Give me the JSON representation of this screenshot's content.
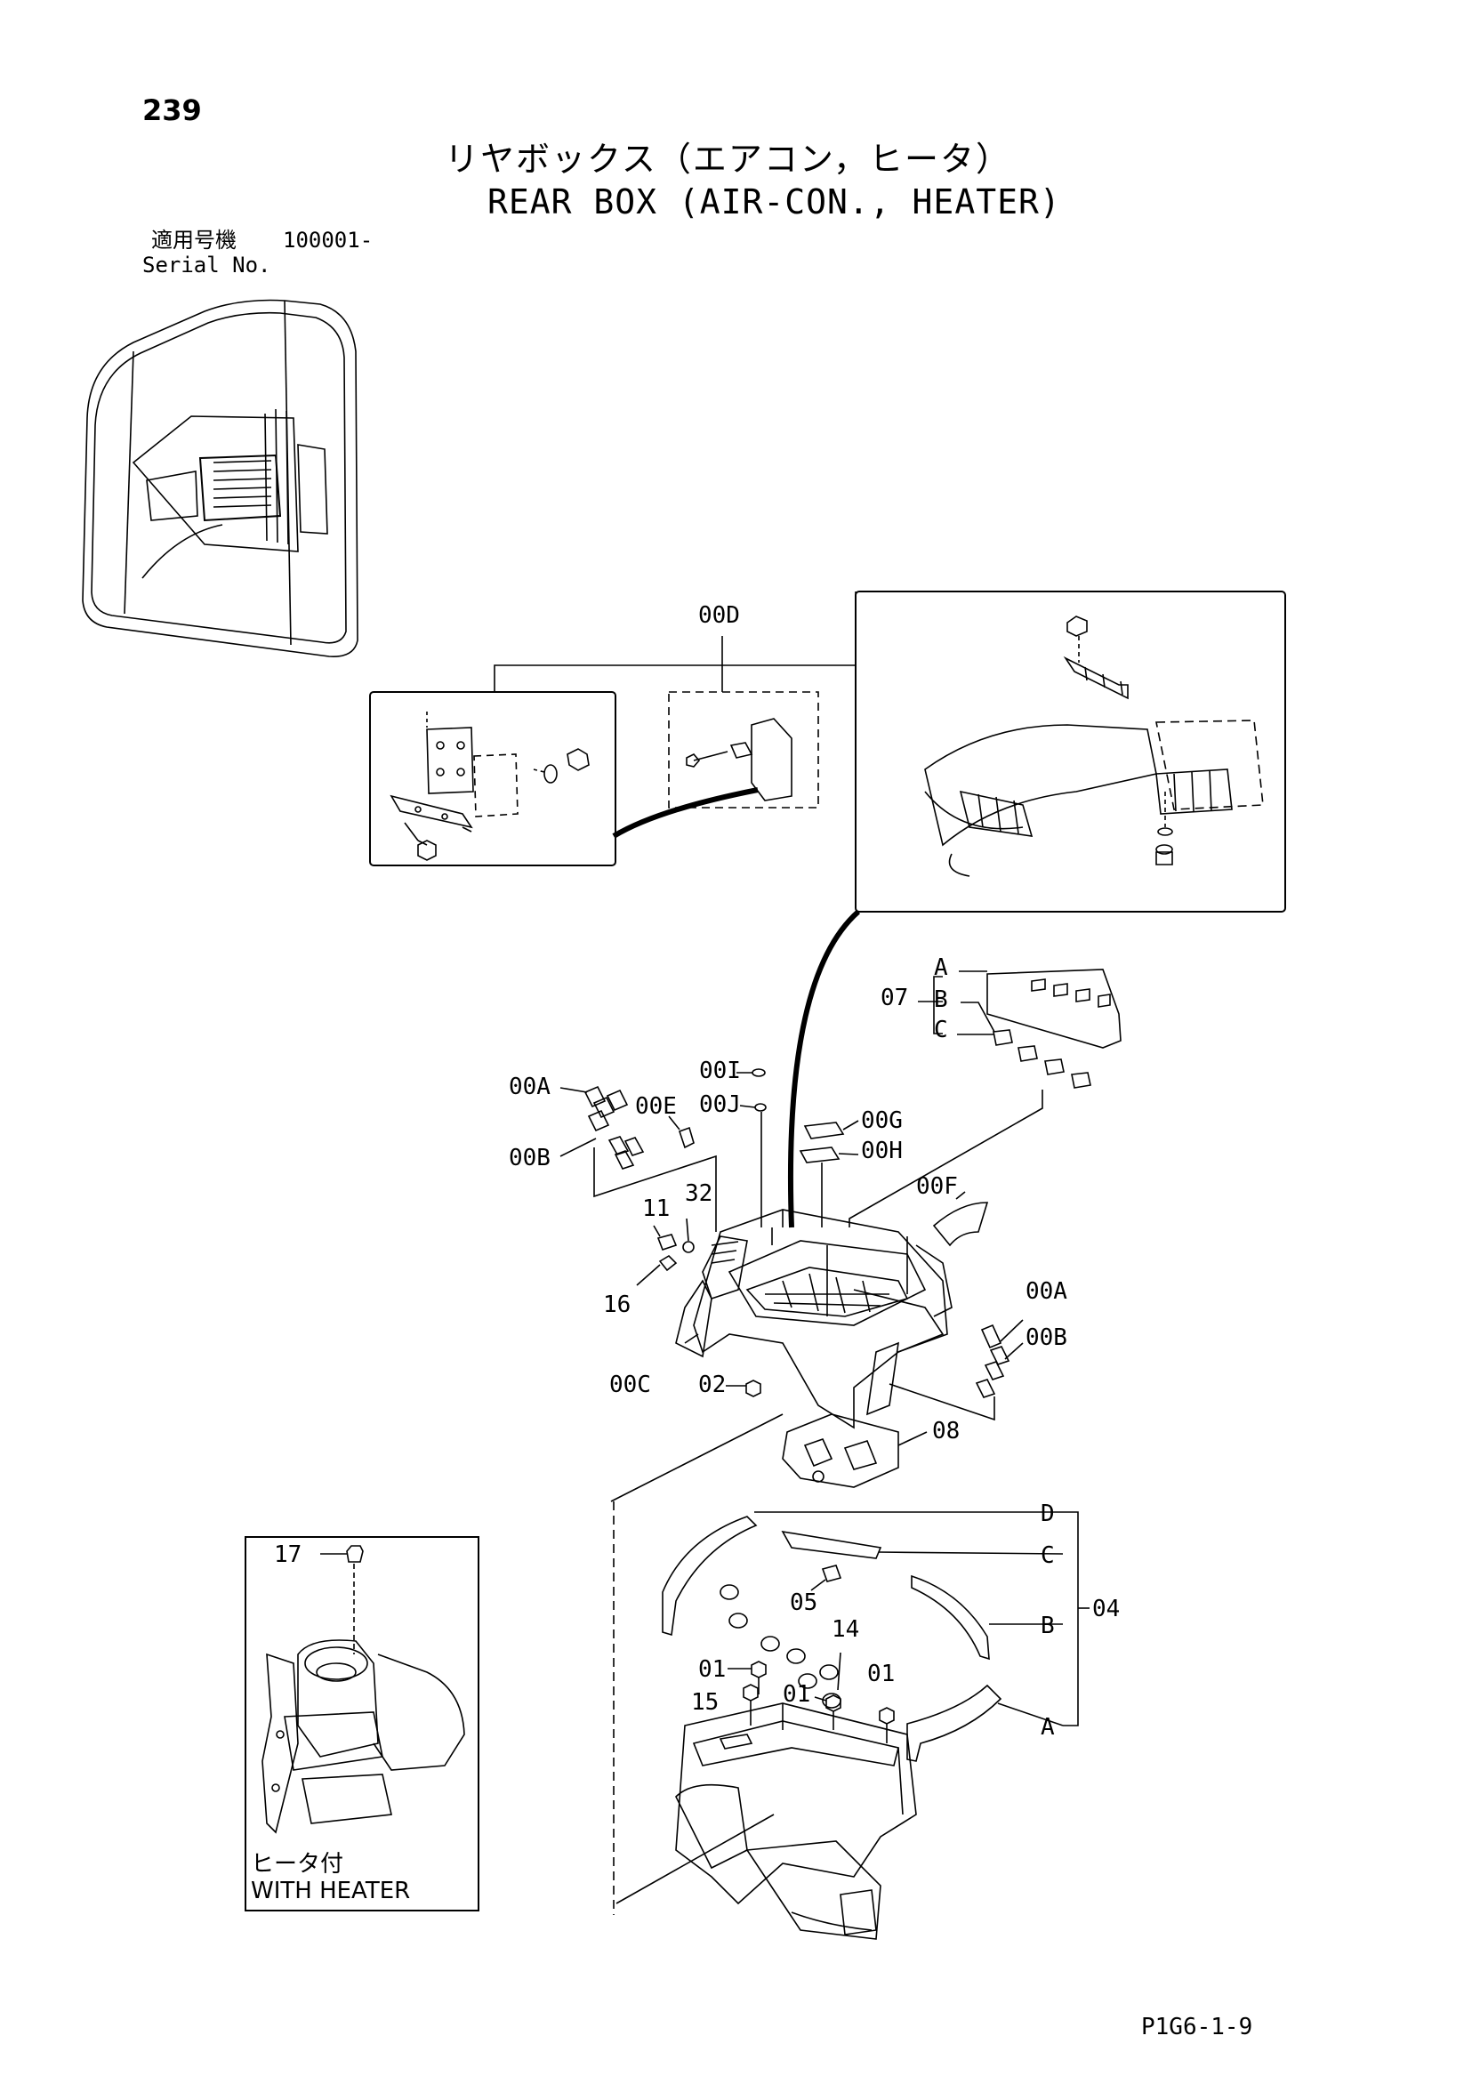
{
  "page": {
    "number": "239",
    "title_jp": "リヤボックス（エアコン，ヒータ）",
    "title_en": "REAR BOX (AIR-CON., HEATER)",
    "serial_label_jp": "適用号機",
    "serial_value": "100001-",
    "serial_label_en": "Serial No.",
    "code": "P1G6-1-9"
  },
  "inset_heater": {
    "label_jp": "ヒータ付",
    "label_en": "WITH HEATER"
  },
  "callouts": {
    "c00D": "00D",
    "c07": "07",
    "c07A": "A",
    "c07B": "B",
    "c07C": "C",
    "c00I": "00I",
    "c00J": "00J",
    "c00A_left": "00A",
    "c00E": "00E",
    "c00B_left": "00B",
    "c00G": "00G",
    "c00H": "00H",
    "c00F": "00F",
    "c11": "11",
    "c32": "32",
    "c16": "16",
    "c00A_right": "00A",
    "c00B_right": "00B",
    "c00C": "00C",
    "c02": "02",
    "c08": "08",
    "c04": "04",
    "c04A": "A",
    "c04B": "B",
    "c04C": "C",
    "c04D": "D",
    "c05": "05",
    "c14": "14",
    "c01a": "01",
    "c01b": "01",
    "c01c": "01",
    "c15": "15",
    "c17": "17"
  }
}
